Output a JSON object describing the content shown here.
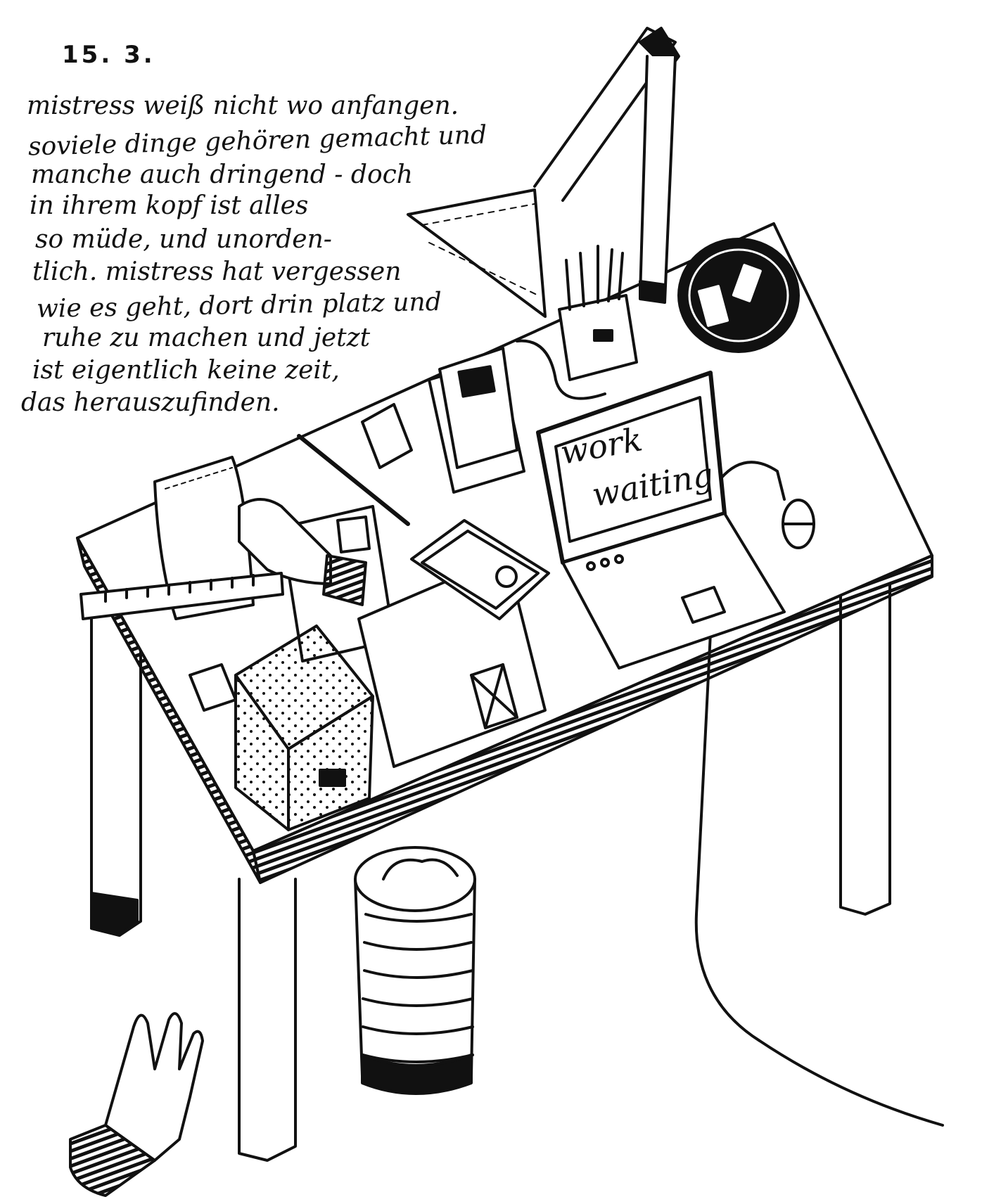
{
  "date": "15. 3.",
  "journal_lines": [
    "mistress weiß nicht wo anfangen.",
    "soviele dinge gehören gemacht und",
    "manche auch dringend - doch",
    "in ihrem kopf ist alles",
    "so müde, und unorden-",
    "tlich. mistress hat vergessen",
    "wie es geht, dort drin platz und",
    "ruhe zu machen und jetzt",
    "ist eigentlich keine zeit,",
    "das herauszufinden."
  ],
  "laptop_screen": {
    "line1": "work",
    "line2": "waiting"
  },
  "colors": {
    "ink": "#111111",
    "paper": "#ffffff"
  }
}
